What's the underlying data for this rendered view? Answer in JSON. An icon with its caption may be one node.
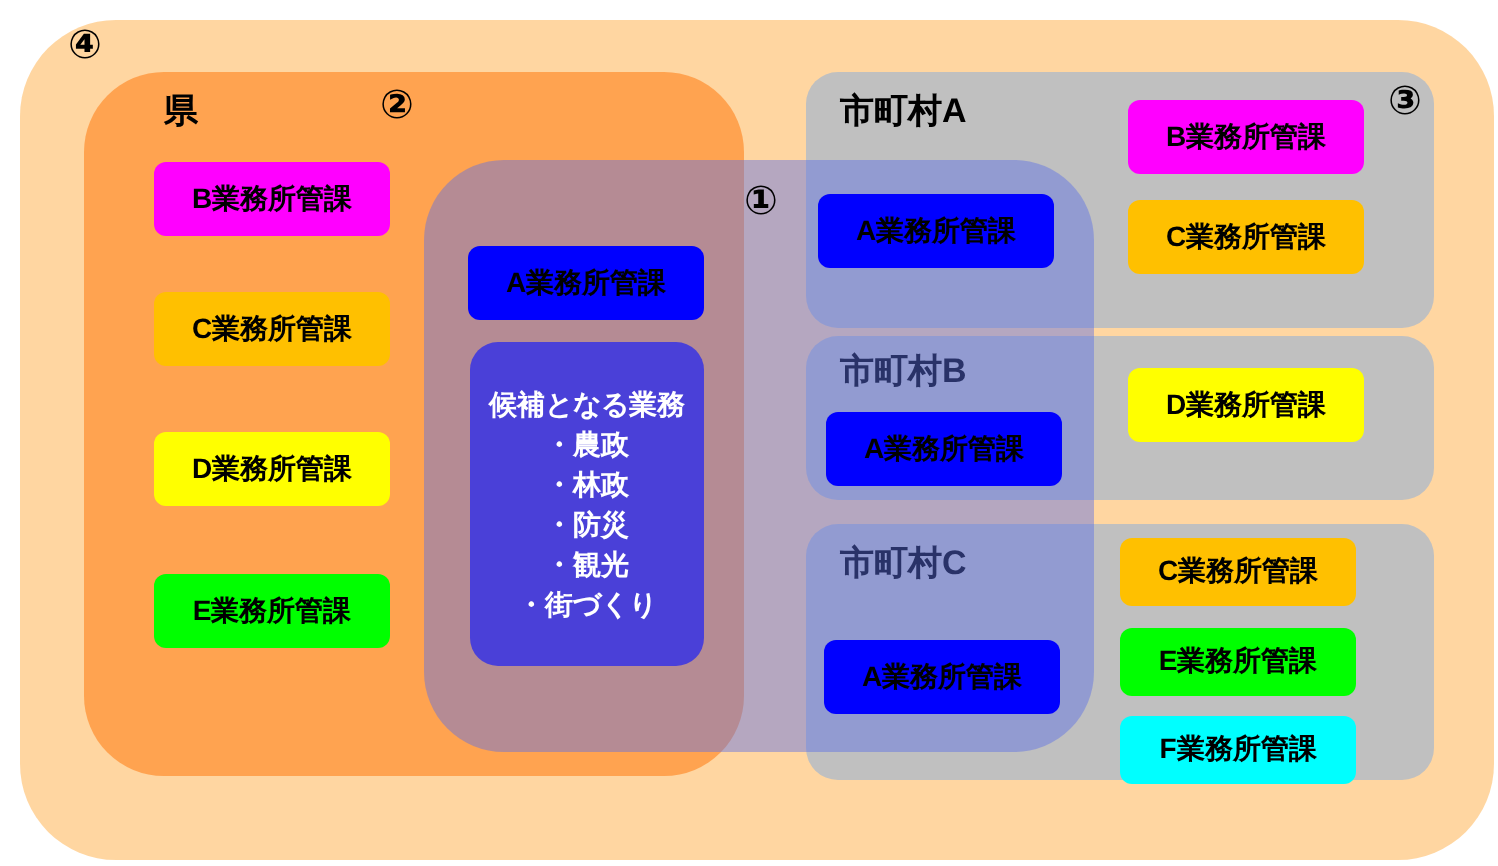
{
  "diagram": {
    "nodes": [
      {
        "text": [
          "④"
        ]
      },
      {
        "text": [
          "県",
          "②"
        ],
        "in": 0
      },
      {
        "text": [
          "B業務所管課"
        ],
        "in": 1
      },
      {
        "text": [
          "C業務所管課"
        ],
        "in": 1
      },
      {
        "text": [
          "D業務所管課"
        ],
        "in": 1
      },
      {
        "text": [
          "E業務所管課"
        ],
        "in": 1
      },
      {
        "text": [
          "①"
        ],
        "in": 0
      },
      {
        "text": [
          "A業務所管課"
        ]
      },
      {
        "text": [
          "候補となる業務",
          "・農政",
          "・林政",
          "・防災",
          "・観光",
          "・街づくり"
        ]
      },
      {
        "text": [
          "市町村A"
        ],
        "in": 0
      },
      {
        "text": [
          "A業務所管課"
        ]
      },
      {
        "text": [
          "B業務所管課"
        ],
        "in": 9
      },
      {
        "text": [
          "C業務所管課"
        ],
        "in": 9
      },
      {
        "text": [
          "市町村B"
        ],
        "in": 0
      },
      {
        "text": [
          "A業務所管課"
        ]
      },
      {
        "text": [
          "D業務所管課"
        ],
        "in": 13
      },
      {
        "text": [
          "市町村C"
        ],
        "in": 0
      },
      {
        "text": [
          "A業務所管課"
        ]
      },
      {
        "text": [
          "C業務所管課"
        ],
        "in": 16
      },
      {
        "text": [
          "E業務所管課"
        ],
        "in": 16
      },
      {
        "text": [
          "F業務所管課"
        ],
        "in": 16
      }
    ],
    "labels": [
      "③"
    ]
  }
}
